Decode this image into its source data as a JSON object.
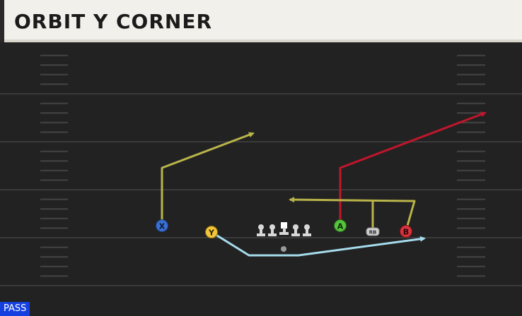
{
  "play": {
    "title": "ORBIT Y CORNER",
    "type_badge": "PASS"
  },
  "colors": {
    "title_bg": "#f1f0ea",
    "field_bg": "#222222",
    "yard_line": "#3a3a3a",
    "hash": "#444444",
    "route_yellow": "#b9b44a",
    "route_red": "#c0162c",
    "route_blue": "#a6dcec",
    "badge_blue": "#1540e0",
    "player_x": "#3b6fd1",
    "player_y": "#f2c53a",
    "player_a": "#56c43c",
    "player_b": "#d9333d",
    "player_rb": "#cfcfcf",
    "lineman": "#d8d8d8",
    "ball": "#9a9a9a"
  },
  "players": {
    "x": {
      "label": "X"
    },
    "y": {
      "label": "Y"
    },
    "a": {
      "label": "A"
    },
    "b": {
      "label": "B"
    },
    "rb": {
      "label": "RB"
    }
  }
}
